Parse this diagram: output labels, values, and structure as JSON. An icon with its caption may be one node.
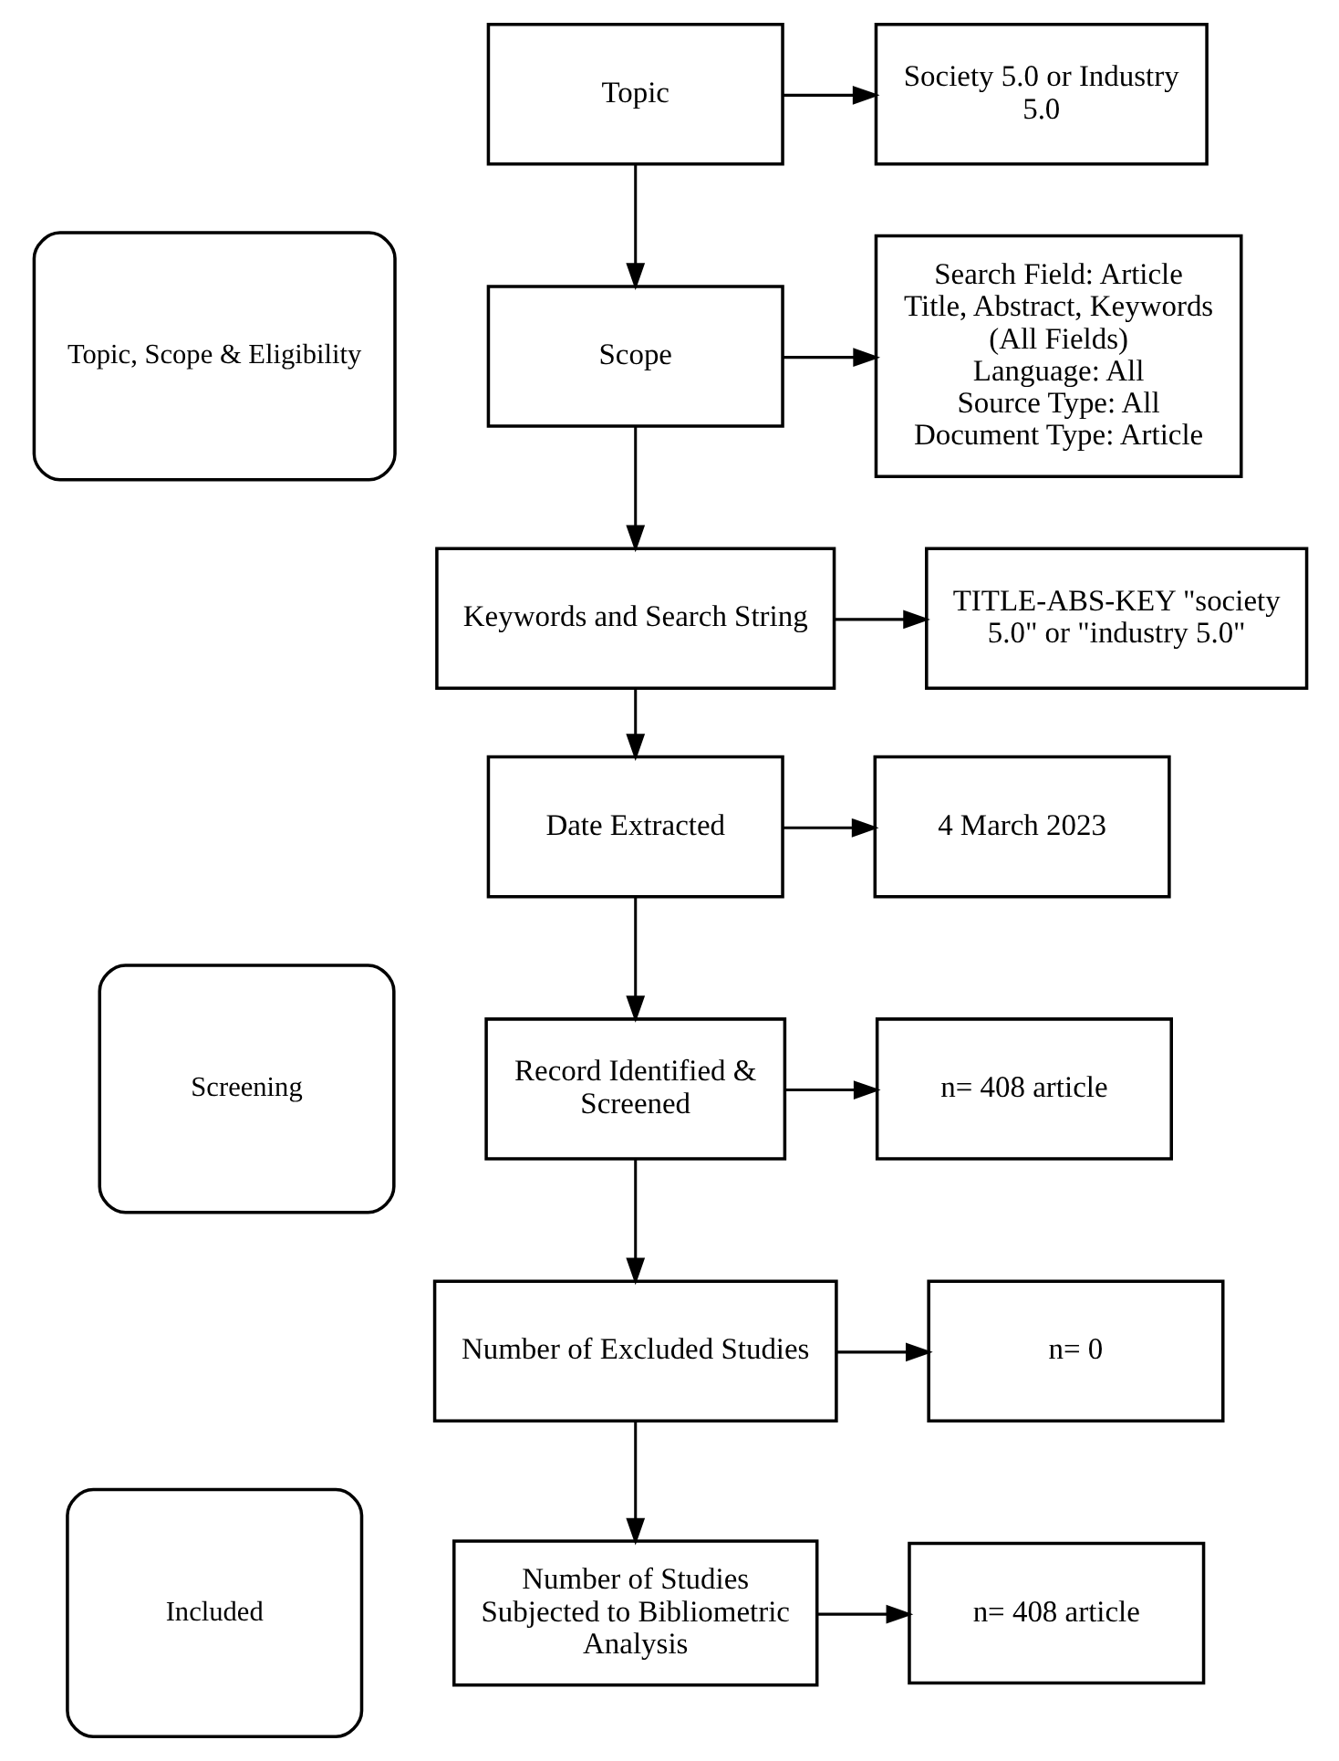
{
  "diagram": {
    "nodes": [
      {
        "text": [
          "Topic, Scope & Eligibility"
        ]
      },
      {
        "text": [
          "Topic"
        ]
      },
      {
        "text": [
          "Society 5.0 or Industry 5.0"
        ]
      },
      {
        "text": [
          "Scope"
        ]
      },
      {
        "text": [
          "Search Field: Article Title, Abstract, Keywords (All Fields)",
          "Language: All",
          "Source Type: All",
          "Document Type: Article"
        ]
      },
      {
        "text": [
          "Keywords and Search String"
        ]
      },
      {
        "text": [
          "TITLE-ABS-KEY \"society 5.0\" or \"industry 5.0\""
        ]
      },
      {
        "text": [
          "Screening"
        ]
      },
      {
        "text": [
          "Date Extracted"
        ]
      },
      {
        "text": [
          "4 March 2023"
        ]
      },
      {
        "text": [
          "Record Identified & Screened"
        ]
      },
      {
        "text": [
          "n= 408 article"
        ]
      },
      {
        "text": [
          "Included"
        ]
      },
      {
        "text": [
          "Number of Excluded Studies"
        ]
      },
      {
        "text": [
          "n= 0"
        ]
      },
      {
        "text": [
          "Number of Studies Subjected to Bibliometric Analysis"
        ]
      },
      {
        "text": [
          "n= 408 article"
        ]
      }
    ],
    "edges": [
      {
        "from": 1,
        "to": 2,
        "arrow": "to"
      },
      {
        "from": 1,
        "to": 3,
        "arrow": "to"
      },
      {
        "from": 3,
        "to": 4,
        "arrow": "to"
      },
      {
        "from": 3,
        "to": 5,
        "arrow": "to"
      },
      {
        "from": 5,
        "to": 6,
        "arrow": "to"
      },
      {
        "from": 5,
        "to": 8,
        "arrow": "to"
      },
      {
        "from": 8,
        "to": 9,
        "arrow": "to"
      },
      {
        "from": 8,
        "to": 10,
        "arrow": "to"
      },
      {
        "from": 10,
        "to": 11,
        "arrow": "to"
      },
      {
        "from": 10,
        "to": 13,
        "arrow": "to"
      },
      {
        "from": 13,
        "to": 14,
        "arrow": "to"
      },
      {
        "from": 13,
        "to": 15,
        "arrow": "to"
      },
      {
        "from": 15,
        "to": 16,
        "arrow": "to"
      }
    ]
  }
}
